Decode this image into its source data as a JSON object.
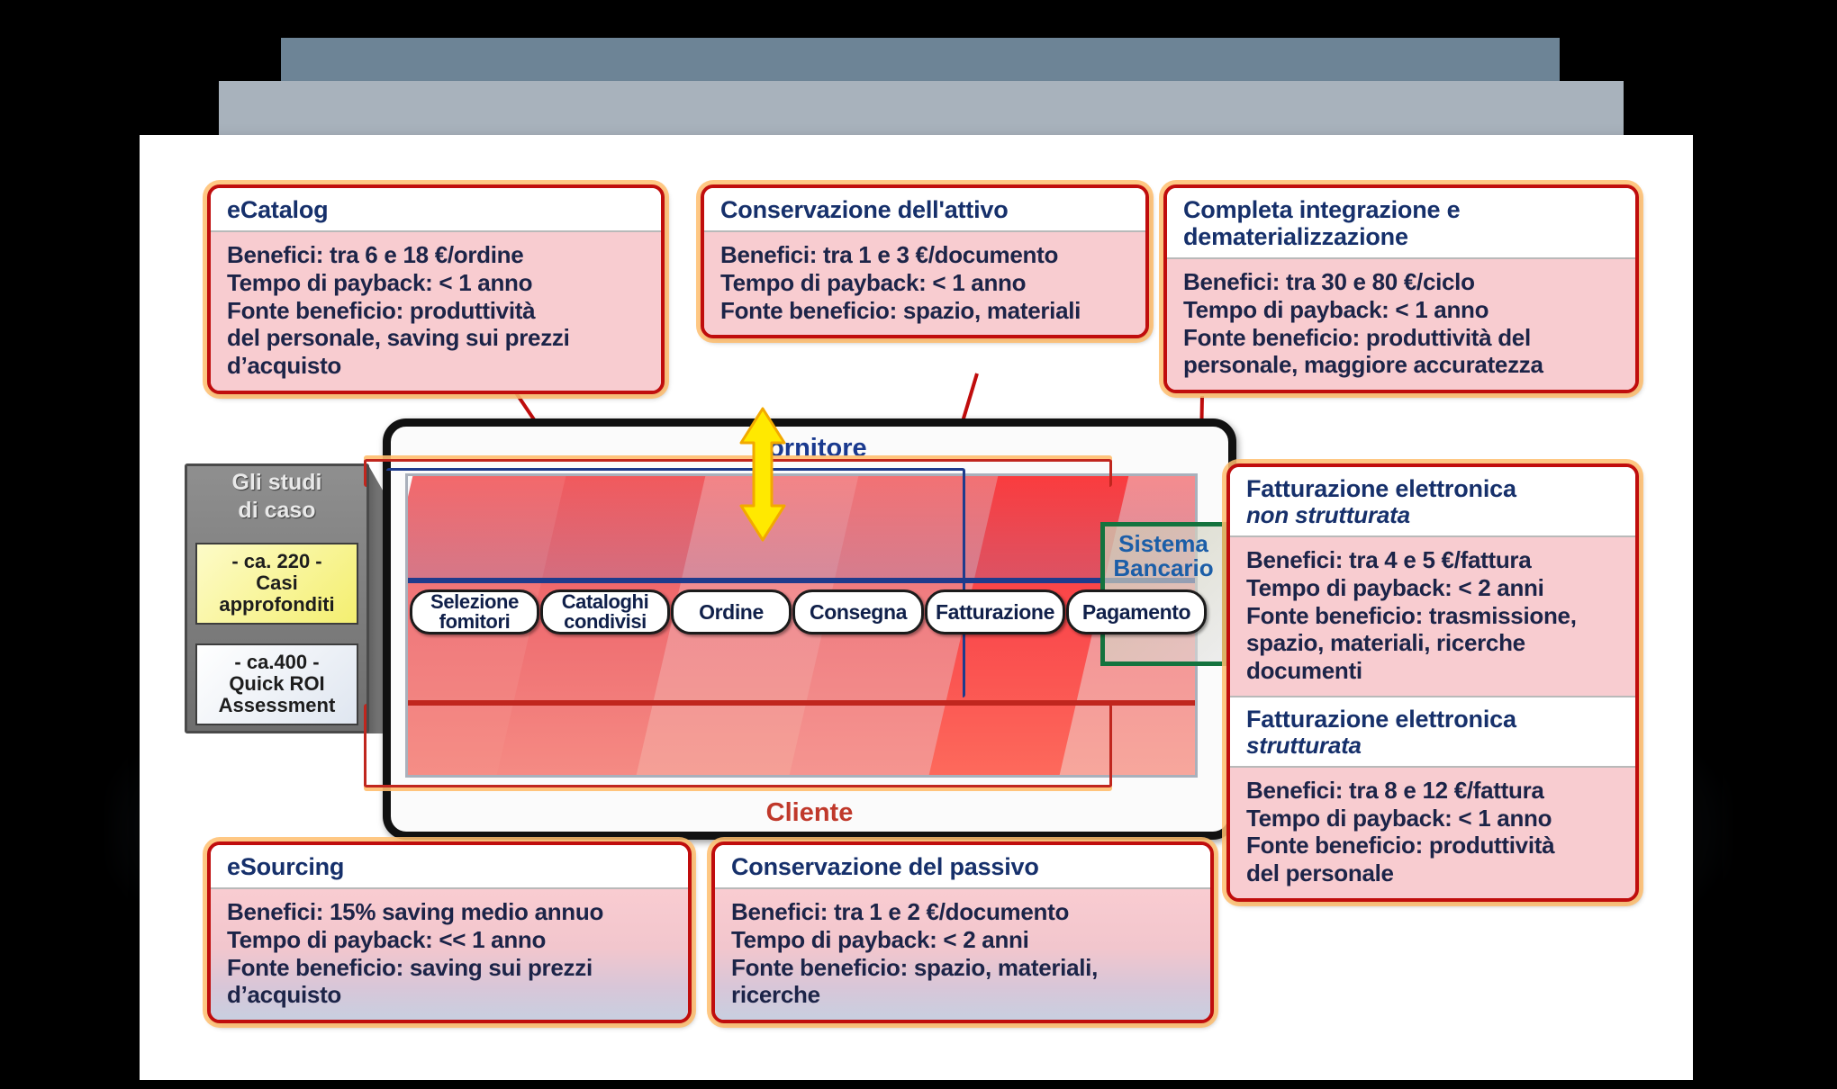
{
  "colors": {
    "callout_border": "#c00d0d",
    "callout_glow": "#ffbe6e",
    "callout_body": "#f8ccd0",
    "title_text": "#16306b",
    "supplier_label": "#1a3a8f",
    "customer_label": "#c0392b",
    "bank_border": "#14733e",
    "arrow_yellow": "#ffe900",
    "header_bar_dark": "#6d8496",
    "header_bar_light": "#a8b2bc"
  },
  "studies_panel": {
    "title_line1": "Gli studi",
    "title_line2": "di caso",
    "cards": [
      {
        "count": "- ca. 220 -",
        "line1": "Casi",
        "line2": "approfonditi"
      },
      {
        "count": "- ca.400 -",
        "line1": "Quick ROI",
        "line2": "Assessment"
      }
    ]
  },
  "diagram": {
    "supplier_label": "Fornitore",
    "customer_label": "Cliente",
    "bank_label_line1": "Sistema",
    "bank_label_line2": "Bancario",
    "steps": [
      {
        "line1": "Selezione",
        "line2": "fomitori"
      },
      {
        "line1": "Cataloghi",
        "line2": "condivisi"
      },
      {
        "line1": "Ordine",
        "line2": ""
      },
      {
        "line1": "Consegna",
        "line2": ""
      },
      {
        "line1": "Fatturazione",
        "line2": ""
      },
      {
        "line1": "Pagamento",
        "line2": ""
      }
    ]
  },
  "callouts": [
    {
      "id": "ecatalog",
      "title": "eCatalog",
      "subtitle": "",
      "lines": [
        "Benefici: tra 6 e 18 €/ordine",
        "Tempo di payback: < 1 anno",
        "Fonte beneficio: produttività",
        "del personale, saving sui prezzi",
        "d’acquisto"
      ]
    },
    {
      "id": "conservazione-attivo",
      "title": "Conservazione dell'attivo",
      "subtitle": "",
      "lines": [
        "Benefici: tra 1 e 3 €/documento",
        "Tempo di payback: < 1 anno",
        "Fonte beneficio: spazio, materiali"
      ]
    },
    {
      "id": "completa-integrazione",
      "title": "Completa integrazione e dematerializzazione",
      "subtitle": "",
      "lines": [
        "Benefici: tra 30 e 80 €/ciclo",
        "Tempo di payback: < 1 anno",
        "Fonte beneficio: produttività del",
        "personale, maggiore accuratezza"
      ]
    },
    {
      "id": "fe-non-strutturata",
      "title": "Fatturazione elettronica",
      "subtitle": "non strutturata",
      "lines": [
        "Benefici: tra 4 e 5 €/fattura",
        "Tempo di payback: < 2 anni",
        "Fonte beneficio: trasmissione,",
        "spazio, materiali, ricerche",
        "documenti"
      ]
    },
    {
      "id": "fe-strutturata",
      "title": "Fatturazione elettronica",
      "subtitle": "strutturata",
      "lines": [
        "Benefici: tra 8 e 12 €/fattura",
        "Tempo di payback: < 1 anno",
        "Fonte beneficio: produttività",
        "del personale"
      ]
    },
    {
      "id": "esourcing",
      "title": "eSourcing",
      "subtitle": "",
      "lines": [
        "Benefici: 15% saving medio annuo",
        "Tempo di payback: << 1 anno",
        "Fonte beneficio: saving sui prezzi",
        "d’acquisto"
      ]
    },
    {
      "id": "conservazione-passivo",
      "title": "Conservazione del passivo",
      "subtitle": "",
      "lines": [
        "Benefici: tra 1 e 2 €/documento",
        "Tempo di payback: < 2 anni",
        "Fonte beneficio: spazio, materiali,",
        "ricerche"
      ]
    }
  ]
}
